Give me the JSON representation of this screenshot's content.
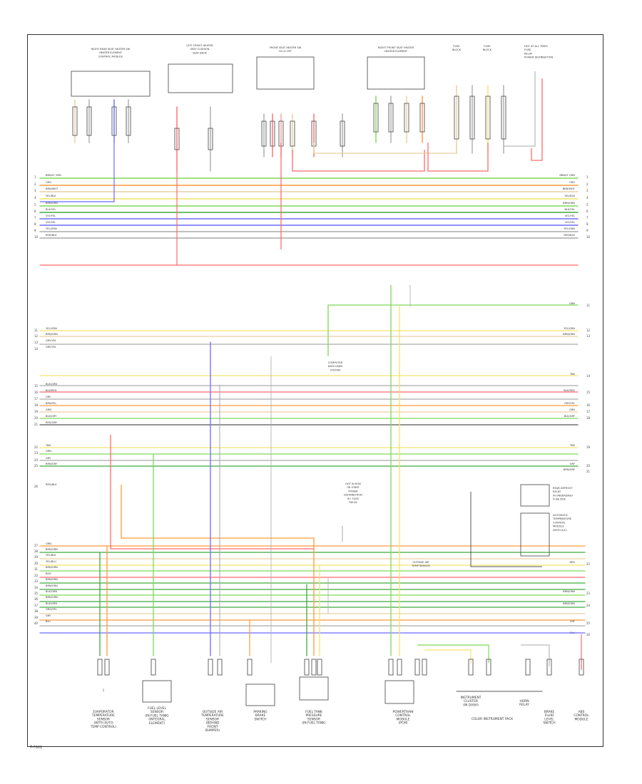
{
  "footer": {
    "code": "T-7001"
  },
  "top_components": [
    {
      "lines": [
        "RIGHT REAR SEAT HEATER SW",
        "HEATER ELEMENT",
        "CONTROL MODULE"
      ]
    },
    {
      "lines": [
        "LEFT FRONT HEATER",
        "SEAT CUSHION",
        "SEAT BACK"
      ]
    },
    {
      "lines": [
        "FRONT SEAT HEATER SW",
        "HI  LO  OFF"
      ]
    },
    {
      "lines": [
        "RIGHT FRONT SEAT HEATER",
        "HEATER ELEMENT"
      ]
    },
    {
      "lines": [
        "FUSE",
        "BLOCK"
      ]
    },
    {
      "lines": [
        "FUSE",
        "BLOCK"
      ]
    },
    {
      "lines": [
        "HOT AT ALL TIMES",
        "FUSE",
        "RELAY",
        "POWER DISTRIBUTION"
      ]
    }
  ],
  "bus_left_labels": [
    "BRN/LT GRN",
    "ORG",
    "BRN/WHT",
    "YEL/BLK",
    "BRN/GRN",
    "BLK/YEL",
    "VIO/YEL",
    "VIO/YEL",
    "YEL/GRN",
    "RED/BLK",
    "YEL/GRN",
    "BRN/GRN",
    "GRY/YEL",
    "GRY/YEL",
    "BLK/GRN",
    "BLK/RED",
    "GRY",
    "BRN/YEL",
    "GRN",
    "BLK/GRY",
    "RED/GRY",
    "TAN",
    "GRN",
    "GRY",
    "BRN/GRY",
    "RED/BLK",
    "GRN",
    "BRN/GRN",
    "YEL/BLK",
    "YEL/BLU",
    "BRN/GRN",
    "RED",
    "BRN/GRN",
    "BRN/GRN",
    "BLK/GRN",
    "BRN/GRN",
    "BLK/GRN",
    "ORG/YEL",
    "GRY",
    "BLU"
  ],
  "bus_right_labels": [
    "BRN/LT GRN",
    "ORG",
    "BRN/WHT",
    "YEL/BLK",
    "BRN/GRN",
    "BLK/YEL",
    "VIO/YEL",
    "VIO/YEL",
    "YEL/GRN",
    "RED/BLK",
    "GRN",
    "YEL/GRN",
    "BRN/GRN",
    "TAN",
    "BLK/RED",
    "GRY/YEL",
    "GRN",
    "BLK/GRY",
    "TAN",
    "GRY",
    "BRN/GRY",
    "RED",
    "BRN/GRN",
    "BRN/GRN",
    "GRY",
    "BLU"
  ],
  "mid_components": [
    {
      "lines": [
        "COMPUTER",
        "DATA LINES",
        "SYSTEM"
      ]
    },
    {
      "lines": [
        "HOT IN RUN",
        "OR START",
        "POWER",
        "DISTRIBUTION",
        "B+  FUSE",
        "RELAY"
      ]
    },
    {
      "lines": [
        "OUTSIDE AIR",
        "TEMP SENSOR"
      ]
    },
    {
      "lines": [
        "AUTOMATIC",
        "TEMPERATURE",
        "CONTROL",
        "MODULE",
        "(WITH A/C)"
      ]
    },
    {
      "lines": [
        "REAR DEFROST",
        "RELAY",
        "IN UNDERDASH",
        "FUSE BOX"
      ]
    }
  ],
  "bottom_components": [
    {
      "lines": [
        "EVAPORATOR",
        "TEMPERATURE",
        "SENSOR",
        "(WITH AUTO",
        "TEMP CONTROL)"
      ]
    },
    {
      "lines": [
        "FUEL LEVEL",
        "SENSOR",
        "(IN FUEL TANK)",
        "(INTEGRAL",
        "ELEMENT)"
      ]
    },
    {
      "lines": [
        "OUTSIDE AIR",
        "TEMPERATURE",
        "SENSOR",
        "(BEHIND",
        "FRONT",
        "BUMPER)"
      ]
    },
    {
      "lines": [
        "PARKING",
        "BRAKE",
        "SWITCH"
      ]
    },
    {
      "lines": [
        "FUEL TANK",
        "PRESSURE",
        "SENSOR",
        "(IN FUEL TANK)"
      ]
    },
    {
      "lines": [
        "POWERTRAIN",
        "CONTROL",
        "MODULE",
        "(PCM)"
      ]
    },
    {
      "lines": [
        "INSTRUMENT",
        "CLUSTER",
        "(IN DASH)"
      ]
    },
    {
      "lines": [
        "BRAKE",
        "FLUID",
        "LEVEL",
        "SWITCH"
      ]
    },
    {
      "lines": [
        "HORN",
        "RELAY"
      ]
    },
    {
      "lines": [
        "ABS",
        "CONTROL",
        "MODULE"
      ]
    }
  ],
  "cluster_caption": "COLOR INSTRUMENT PACK",
  "pin_numbers": [
    "1",
    "2",
    "3",
    "4",
    "5",
    "6",
    "7",
    "8",
    "9",
    "10",
    "11",
    "12",
    "13",
    "14",
    "15",
    "16",
    "17",
    "18",
    "19",
    "20",
    "21",
    "22",
    "23",
    "24",
    "25",
    "26",
    "27",
    "28",
    "29",
    "30",
    "31",
    "32",
    "33",
    "34",
    "35",
    "36",
    "37",
    "38",
    "39",
    "40"
  ]
}
